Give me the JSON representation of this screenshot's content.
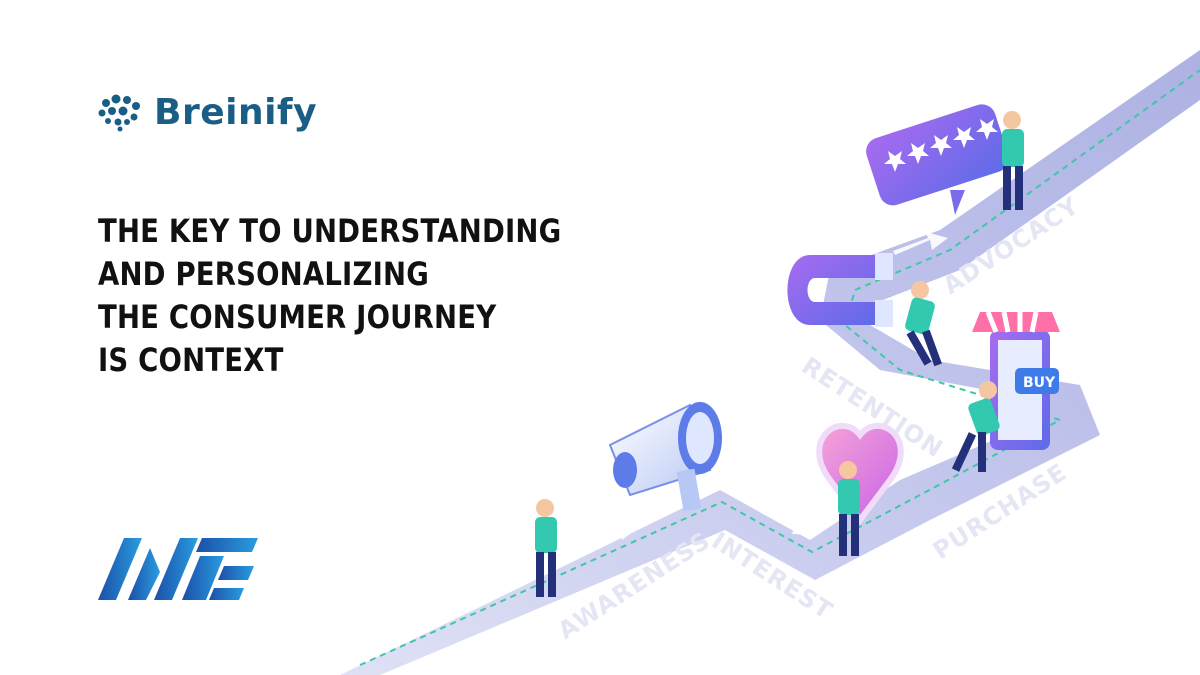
{
  "brand": {
    "name": "Breinify",
    "color": "#1a5e85",
    "icon": "brain-icon"
  },
  "headline": {
    "lines": [
      "THE KEY TO UNDERSTANDING",
      "AND PERSONALIZING",
      "THE CONSUMER JOURNEY",
      "IS CONTEXT"
    ]
  },
  "journey": {
    "stages": [
      "AWARENESS",
      "INTEREST",
      "PURCHASE",
      "RETENTION",
      "ADVOCACY"
    ],
    "buy_label": "BUY",
    "icons": [
      "megaphone-icon",
      "heart-icon",
      "shop-icon",
      "magnet-icon",
      "star-rating-icon"
    ]
  },
  "partner_logo": {
    "icon": "mtc-logo",
    "color": "#1f7fd0"
  }
}
